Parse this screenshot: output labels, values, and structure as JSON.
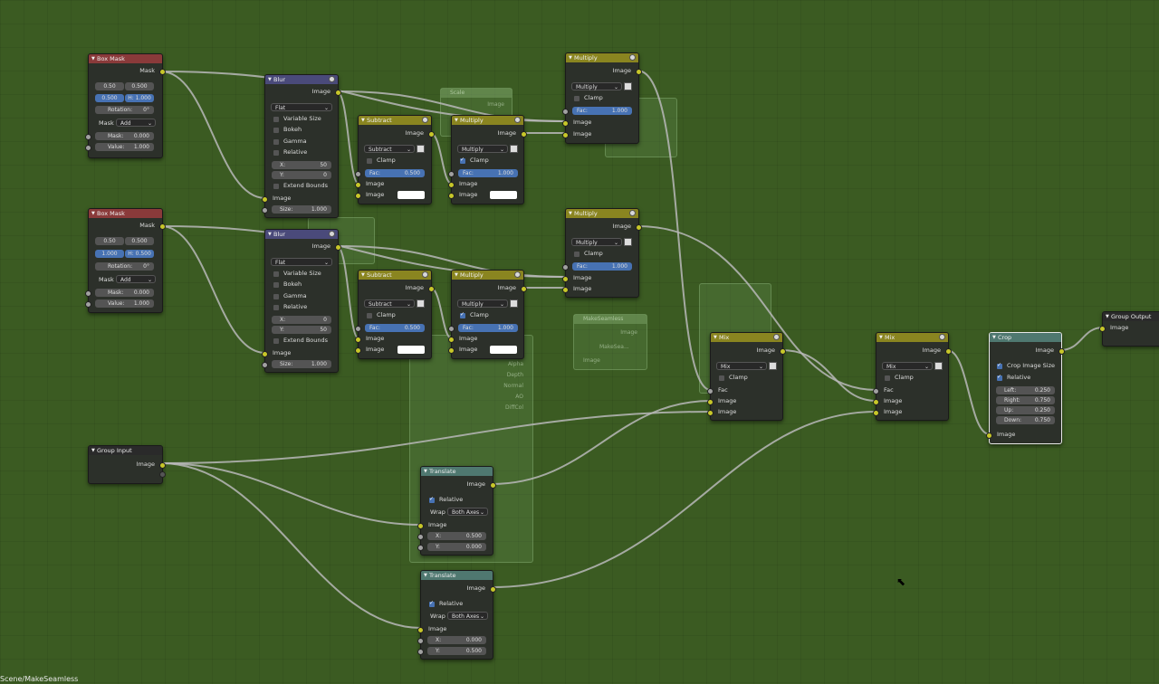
{
  "footer": {
    "path": "Scene/MakeSeamless"
  },
  "ghosts": {
    "scale_title": "Scale",
    "scale_image": "Image",
    "makeseamless_title": "MakeSeamless",
    "makeseamless_image_out": "Image",
    "makeseamless_group": "MakeSea...",
    "makeseamless_image_in": "Image",
    "rl_alpha": "Alpha",
    "rl_depth": "Depth",
    "rl_normal": "Normal",
    "rl_ao": "AO",
    "rl_diffcol": "DiffCol"
  },
  "boxmask1": {
    "title": "Box Mask",
    "out": "Mask",
    "x": "0.50",
    "y": "0.500",
    "w": "0.500",
    "h": "H: 1.000",
    "rotation": "Rotation:",
    "rotation_val": "0°",
    "mask_lbl": "Mask",
    "mask_mode": "Add",
    "in_mask": "Mask:",
    "in_mask_val": "0.000",
    "in_value": "Value:",
    "in_value_val": "1.000"
  },
  "boxmask2": {
    "title": "Box Mask",
    "out": "Mask",
    "x": "0.50",
    "y": "0.500",
    "w": "1.000",
    "h": "H: 0.500",
    "rotation": "Rotation:",
    "rotation_val": "0°",
    "mask_lbl": "Mask",
    "mask_mode": "Add",
    "in_mask": "Mask:",
    "in_mask_val": "0.000",
    "in_value": "Value:",
    "in_value_val": "1.000"
  },
  "blur1": {
    "title": "Blur",
    "out": "Image",
    "filter": "Flat",
    "variable_size": "Variable Size",
    "bokeh": "Bokeh",
    "gamma": "Gamma",
    "relative": "Relative",
    "x_lbl": "X:",
    "x_val": "50",
    "y_lbl": "Y:",
    "y_val": "0",
    "extend": "Extend Bounds",
    "in_image": "Image",
    "size_lbl": "Size:",
    "size_val": "1.000"
  },
  "blur2": {
    "title": "Blur",
    "out": "Image",
    "filter": "Flat",
    "variable_size": "Variable Size",
    "bokeh": "Bokeh",
    "gamma": "Gamma",
    "relative": "Relative",
    "x_lbl": "X:",
    "x_val": "0",
    "y_lbl": "Y:",
    "y_val": "50",
    "extend": "Extend Bounds",
    "in_image": "Image",
    "size_lbl": "Size:",
    "size_val": "1.000"
  },
  "sub1": {
    "title": "Subtract",
    "out": "Image",
    "mode": "Subtract",
    "clamp": "Clamp",
    "fac_lbl": "Fac:",
    "fac_val": "0.500",
    "in1": "Image",
    "in2": "Image"
  },
  "sub2": {
    "title": "Subtract",
    "out": "Image",
    "mode": "Subtract",
    "clamp": "Clamp",
    "fac_lbl": "Fac:",
    "fac_val": "0.500",
    "in1": "Image",
    "in2": "Image"
  },
  "mul1": {
    "title": "Multiply",
    "out": "Image",
    "mode": "Multiply",
    "clamp": "Clamp",
    "fac_lbl": "Fac:",
    "fac_val": "1.000",
    "in1": "Image",
    "in2": "Image"
  },
  "mul2": {
    "title": "Multiply",
    "out": "Image",
    "mode": "Multiply",
    "clamp": "Clamp",
    "fac_lbl": "Fac:",
    "fac_val": "1.000",
    "in1": "Image",
    "in2": "Image"
  },
  "mul3": {
    "title": "Multiply",
    "out": "Image",
    "mode": "Multiply",
    "clamp": "Clamp",
    "fac_lbl": "Fac:",
    "fac_val": "1.000",
    "in1": "Image",
    "in2": "Image"
  },
  "mul4": {
    "title": "Multiply",
    "out": "Image",
    "mode": "Multiply",
    "clamp": "Clamp",
    "fac_lbl": "Fac:",
    "fac_val": "1.000",
    "in1": "Image",
    "in2": "Image"
  },
  "mix1": {
    "title": "Mix",
    "out": "Image",
    "mode": "Mix",
    "clamp": "Clamp",
    "fac": "Fac",
    "in1": "Image",
    "in2": "Image"
  },
  "mix2": {
    "title": "Mix",
    "out": "Image",
    "mode": "Mix",
    "clamp": "Clamp",
    "fac": "Fac",
    "in1": "Image",
    "in2": "Image"
  },
  "crop": {
    "title": "Crop",
    "out": "Image",
    "crop_size": "Crop Image Size",
    "relative": "Relative",
    "left_lbl": "Left:",
    "left_val": "0.250",
    "right_lbl": "Right:",
    "right_val": "0.750",
    "up_lbl": "Up:",
    "up_val": "0.250",
    "down_lbl": "Down:",
    "down_val": "0.750",
    "in": "Image"
  },
  "group_input": {
    "title": "Group Input",
    "out": "Image"
  },
  "group_output": {
    "title": "Group Output",
    "in": "Image"
  },
  "trans1": {
    "title": "Translate",
    "out": "Image",
    "relative": "Relative",
    "wrap_lbl": "Wrap",
    "wrap": "Both Axes",
    "in": "Image",
    "x_lbl": "X:",
    "x_val": "0.500",
    "y_lbl": "Y:",
    "y_val": "0.000"
  },
  "trans2": {
    "title": "Translate",
    "out": "Image",
    "relative": "Relative",
    "wrap_lbl": "Wrap",
    "wrap": "Both Axes",
    "in": "Image",
    "x_lbl": "X:",
    "x_val": "0.000",
    "y_lbl": "Y:",
    "y_val": "0.500"
  },
  "colors": {
    "socket_color": "#c7c729",
    "socket_value": "#a1a1a1",
    "link": "#b8b8b8",
    "canvas": "#3b5b22"
  }
}
